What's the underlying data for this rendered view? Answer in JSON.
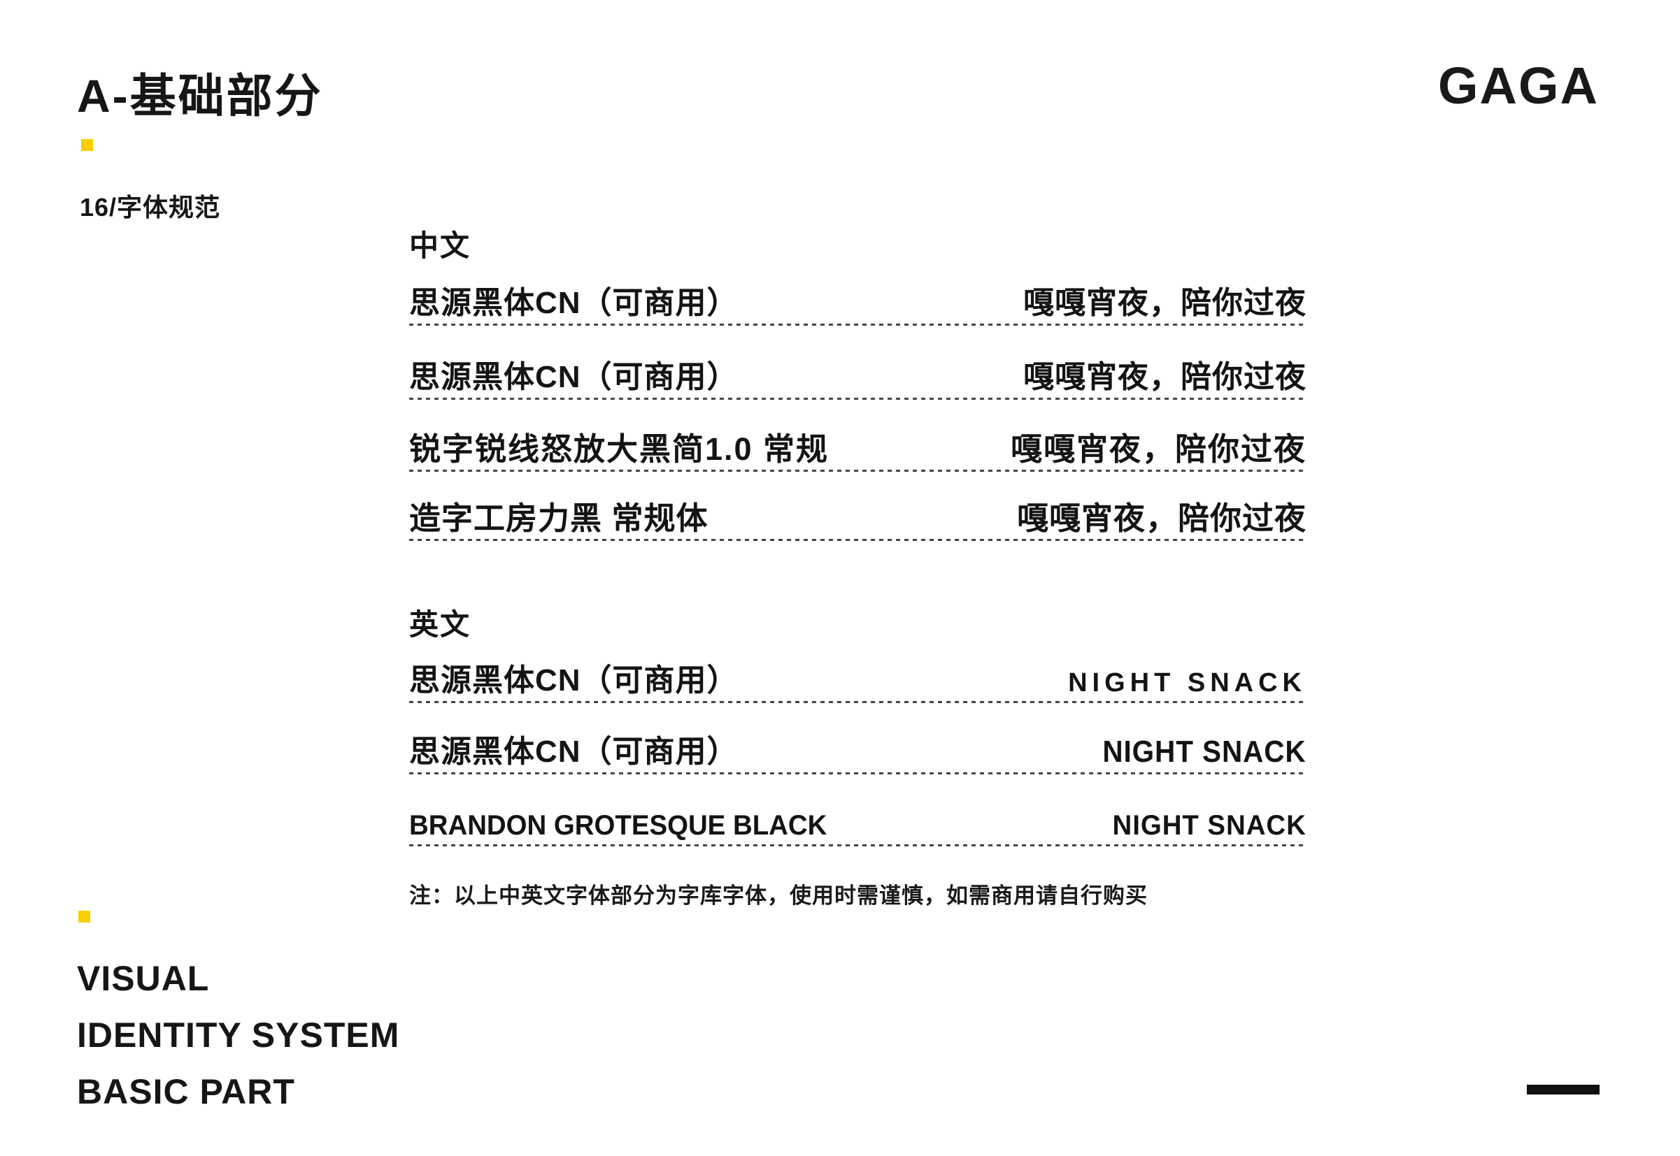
{
  "header": {
    "section_title": "A-基础部分",
    "logo": "GAGA",
    "subsection": "16/字体规范"
  },
  "accent_color": "#F9CF00",
  "font_table": {
    "cn_header": "中文",
    "en_header": "英文",
    "cn_rows": [
      {
        "name": "思源黑体CN（可商用）",
        "sample": "嘎嘎宵夜，陪你过夜"
      },
      {
        "name": "思源黑体CN（可商用）",
        "sample": "嘎嘎宵夜，陪你过夜"
      },
      {
        "name": "锐字锐线怒放大黑简1.0 常规",
        "sample": "嘎嘎宵夜，陪你过夜"
      },
      {
        "name": "造字工房力黑 常规体",
        "sample": "嘎嘎宵夜，陪你过夜"
      }
    ],
    "en_rows": [
      {
        "name": "思源黑体CN（可商用）",
        "sample": "NIGHT SNACK"
      },
      {
        "name": "思源黑体CN（可商用）",
        "sample": "NIGHT SNACK"
      },
      {
        "name": "BRANDON GROTESQUE BLACK",
        "sample": "NIGHT SNACK"
      }
    ],
    "note": "注：以上中英文字体部分为字库字体，使用时需谨慎，如需商用请自行购买"
  },
  "footer": {
    "lines": [
      "VISUAL",
      "IDENTITY SYSTEM",
      "BASIC PART"
    ]
  }
}
